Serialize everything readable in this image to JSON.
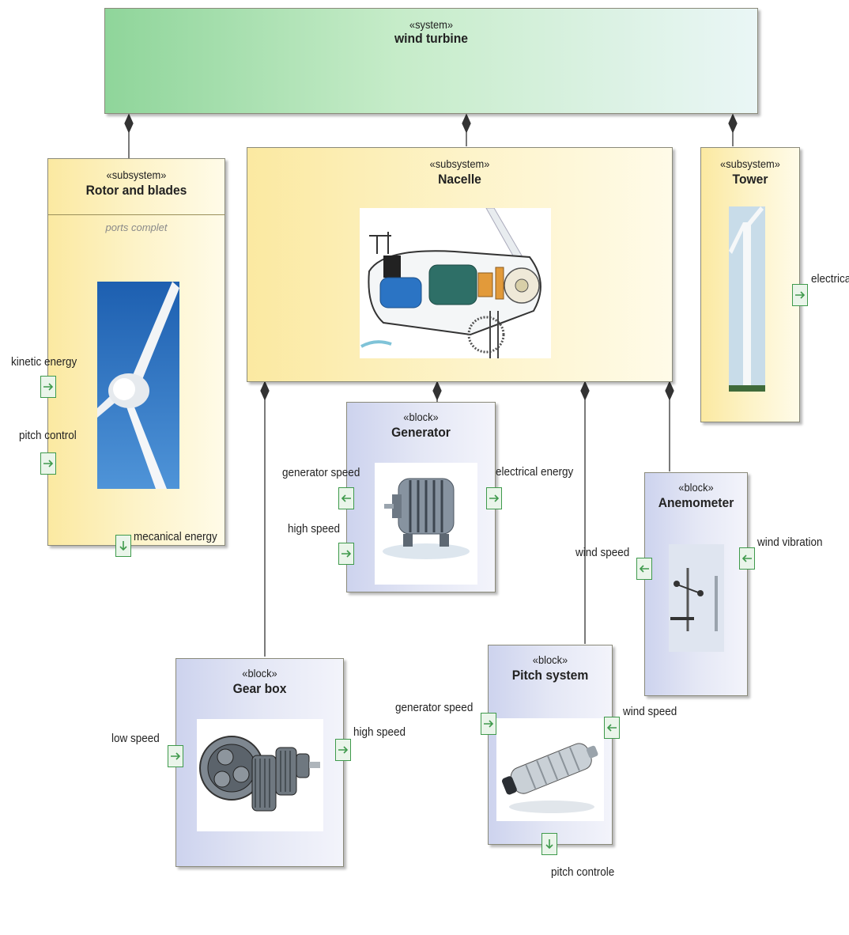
{
  "system": {
    "stereotype": "«system»",
    "name": "wind turbine"
  },
  "rotor": {
    "stereotype": "«subsystem»",
    "name": "Rotor and blades",
    "compartment": "ports complet",
    "ports": {
      "kinetic": "kinetic  energy",
      "pitch": "pitch control",
      "mechanical": "mecanical energy"
    }
  },
  "nacelle": {
    "stereotype": "«subsystem»",
    "name": "Nacelle"
  },
  "tower": {
    "stereotype": "«subsystem»",
    "name": "Tower",
    "ports": {
      "electrical": "electrica"
    }
  },
  "generator": {
    "stereotype": "«block»",
    "name": "Generator",
    "ports": {
      "speed": "generator speed",
      "high": "high speed",
      "electrical": "electrical energy"
    }
  },
  "anemometer": {
    "stereotype": "«block»",
    "name": "Anemometer",
    "ports": {
      "wind_speed": "wind speed",
      "vibration": "wind vibration"
    }
  },
  "gearbox": {
    "stereotype": "«block»",
    "name": "Gear box",
    "ports": {
      "low": "low speed",
      "high": "high speed"
    }
  },
  "pitch": {
    "stereotype": "«block»",
    "name": "Pitch system",
    "ports": {
      "gen_speed": "generator speed",
      "wind_speed": "wind speed",
      "controle": "pitch controle"
    }
  },
  "colors": {
    "system": "#8fd59a",
    "subsystem": "#fbe9a1",
    "block": "#cdd3ee",
    "port": "#3f9a4c"
  }
}
